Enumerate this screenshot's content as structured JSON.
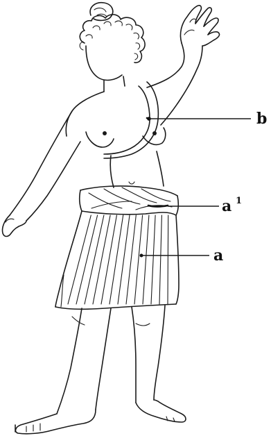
{
  "figure": {
    "labels": {
      "b": "b",
      "a1_base": "a",
      "a1_sup": "1",
      "a": "a"
    }
  }
}
